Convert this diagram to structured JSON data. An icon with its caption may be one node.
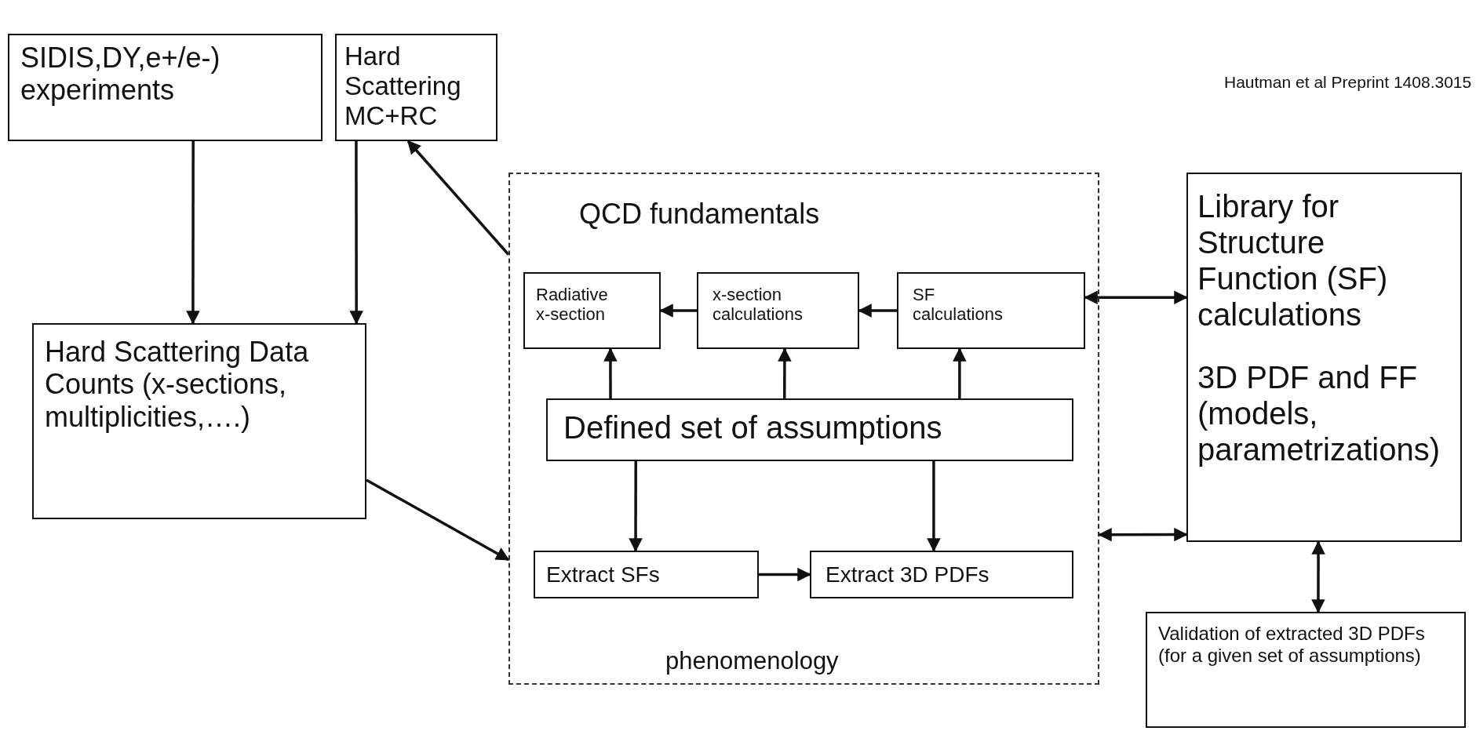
{
  "diagram": {
    "nodes": [
      {
        "text": [
          "SIDIS,DY,e+/e-) experiments"
        ]
      },
      {
        "text": [
          "Hard Scattering MC+RC"
        ]
      },
      {
        "text": [
          "Hard Scattering Data Counts (x-sections, multiplicities,….)"
        ]
      },
      {
        "text": [
          "QCD fundamentals",
          "phenomenology"
        ]
      },
      {
        "text": [
          "Radiative x-section"
        ],
        "in": 3
      },
      {
        "text": [
          "x-section calculations"
        ],
        "in": 3
      },
      {
        "text": [
          "SF calculations"
        ],
        "in": 3
      },
      {
        "text": [
          "Defined set of assumptions"
        ],
        "in": 3
      },
      {
        "text": [
          "Extract SFs"
        ],
        "in": 3
      },
      {
        "text": [
          "Extract 3D PDFs"
        ],
        "in": 3
      },
      {
        "text": [
          "Library for Structure Function (SF) calculations",
          "3D PDF and FF (models, parametrizations)"
        ]
      },
      {
        "text": [
          "Validation of extracted 3D PDFs (for a given set of assumptions)"
        ]
      }
    ],
    "edges": [
      {
        "from": 0,
        "to": 2,
        "arrow": "to"
      },
      {
        "from": 1,
        "to": 2,
        "arrow": "to"
      },
      {
        "from": 3,
        "to": 1,
        "arrow": "to"
      },
      {
        "from": 2,
        "to": 3,
        "arrow": "to"
      },
      {
        "from": 5,
        "to": 4,
        "arrow": "to"
      },
      {
        "from": 6,
        "to": 5,
        "arrow": "to"
      },
      {
        "from": 7,
        "to": 4,
        "arrow": "to"
      },
      {
        "from": 7,
        "to": 5,
        "arrow": "to"
      },
      {
        "from": 7,
        "to": 6,
        "arrow": "to"
      },
      {
        "from": 7,
        "to": 8,
        "arrow": "to"
      },
      {
        "from": 7,
        "to": 9,
        "arrow": "to"
      },
      {
        "from": 8,
        "to": 9,
        "arrow": "to"
      },
      {
        "from": 6,
        "to": 10,
        "arrow": "both"
      },
      {
        "from": 3,
        "to": 10,
        "arrow": "both"
      },
      {
        "from": 10,
        "to": 11,
        "arrow": "both"
      }
    ],
    "labels": [
      "Hautman et al Preprint 1408.3015"
    ]
  }
}
